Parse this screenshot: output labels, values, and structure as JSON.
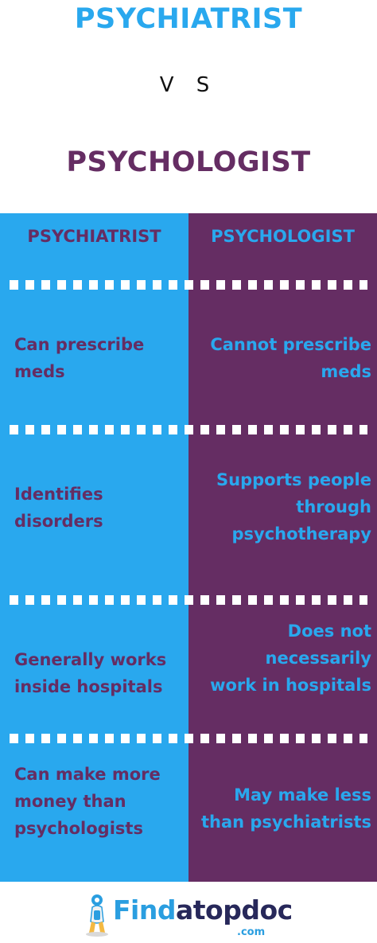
{
  "colors": {
    "blue": "#29a8ee",
    "purple": "#652d63",
    "logo_blue": "#2a9ee0",
    "logo_dark": "#27285a"
  },
  "header": {
    "title1": "PSYCHIATRIST",
    "vs": "V S",
    "title2": "PSYCHOLOGIST"
  },
  "table": {
    "left_header": "PSYCHIATRIST",
    "right_header": "PSYCHOLOGIST",
    "rows": [
      {
        "left": [
          "Can prescribe",
          "meds"
        ],
        "right": [
          "Cannot prescribe",
          "meds"
        ]
      },
      {
        "left": [
          "Identifies",
          "disorders"
        ],
        "right": [
          "Supports people",
          "through",
          "psychotherapy"
        ]
      },
      {
        "left": [
          "Generally works",
          "inside hospitals"
        ],
        "right": [
          "Does not",
          "necessarily",
          "work in hospitals"
        ]
      },
      {
        "left": [
          "Can make more",
          "money than",
          "psychologists"
        ],
        "right": [
          "May make less",
          "than psychiatrists"
        ]
      }
    ]
  },
  "footer": {
    "logo_text_part1": "Find",
    "logo_text_part2": "atopdoc",
    "logo_sub": ".com",
    "logo_icon": "doctor-mascot-icon"
  }
}
